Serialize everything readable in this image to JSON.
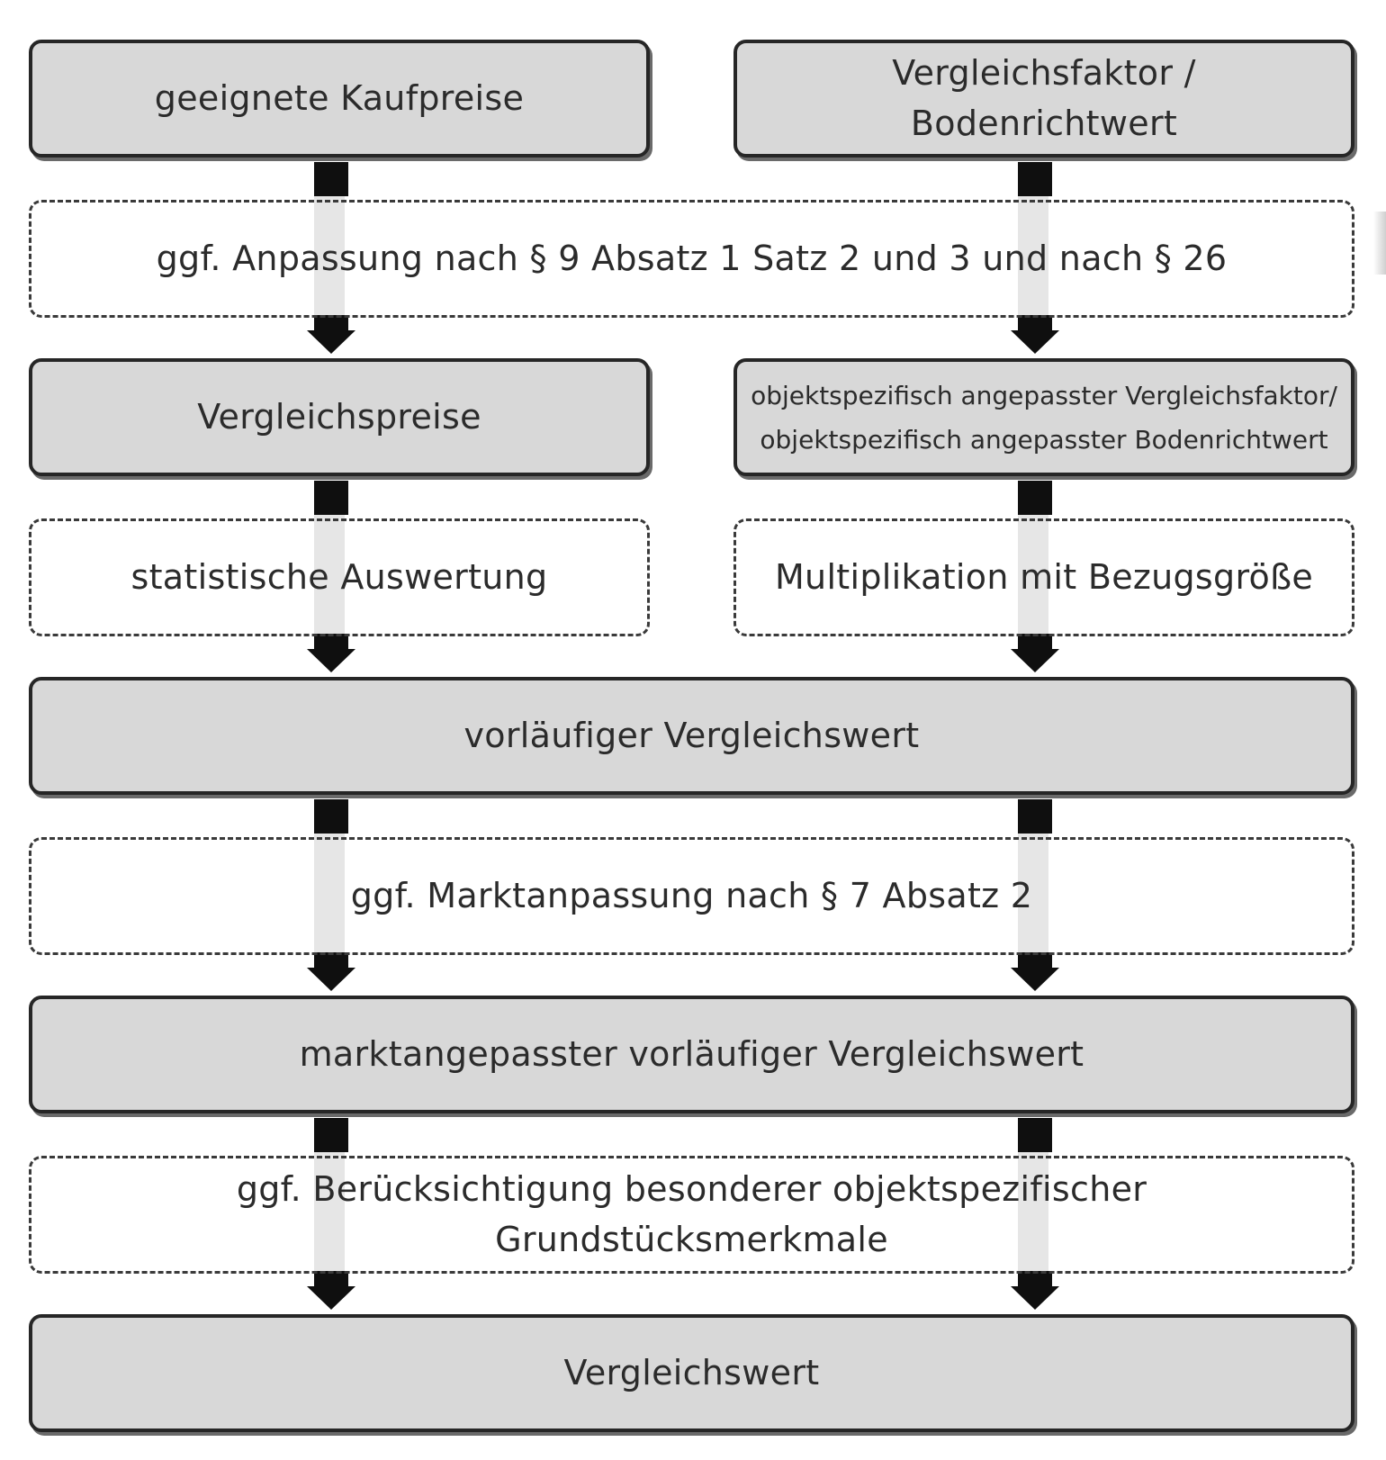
{
  "nodes": {
    "kaufpreise": "geeignete Kaufpreise",
    "vergleichsfaktor_l1": "Vergleichsfaktor /",
    "vergleichsfaktor_l2": "Bodenrichtwert",
    "anpassung": "ggf. Anpassung nach § 9 Absatz 1 Satz 2 und 3 und nach § 26",
    "vergleichspreise": "Vergleichspreise",
    "objekt_l1": "objektspezifisch angepasster Vergleichsfaktor/",
    "objekt_l2": "objektspezifisch angepasster Bodenrichtwert",
    "statistik": "statistische Auswertung",
    "multiplikation": "Multiplikation mit Bezugsgröße",
    "vorlaeufig": "vorläufiger Vergleichswert",
    "marktanpassung": "ggf. Marktanpassung nach § 7 Absatz 2",
    "marktangepasst": "marktangepasster vorläufiger Vergleichswert",
    "beruecksichtigung_l1": "ggf. Berücksichtigung besonderer objektspezifischer",
    "beruecksichtigung_l2": "Grundstücksmerkmale",
    "vergleichswert": "Vergleichswert"
  }
}
